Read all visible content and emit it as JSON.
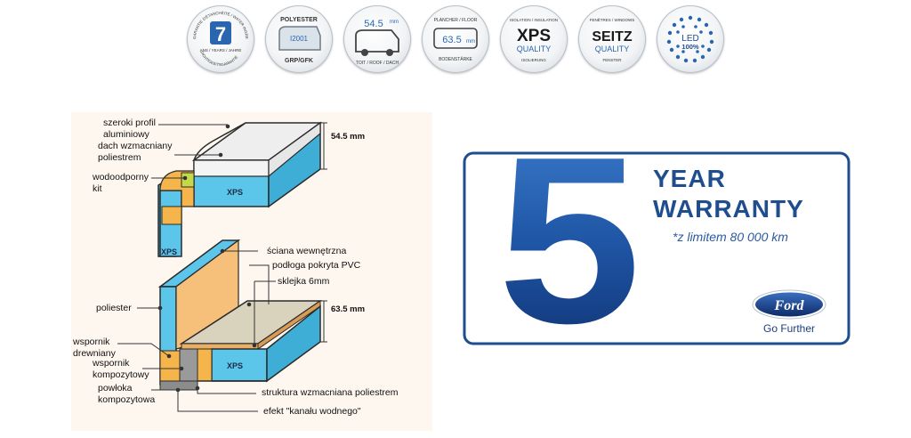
{
  "badges": [
    {
      "name": "warranty-7-years-badge",
      "big": "7",
      "ring_text": "GARANTIE D'ÉTANCHÉITÉ / WATER INGRESS WARRANTY",
      "mid_text": "ANS / YEARS / JAHRE",
      "bottom_text": "DICHTIGKEITSGARANTIE"
    },
    {
      "name": "polyester-roof-badge",
      "top_text": "POLYESTER",
      "mid_text": "I2001",
      "bottom_text": "GRP/GFK"
    },
    {
      "name": "roof-thickness-badge",
      "value": "54.5",
      "unit": "mm",
      "bottom_text": "TOIT / ROOF / DACH"
    },
    {
      "name": "floor-thickness-badge",
      "top_text": "PLANCHER / FLOOR",
      "value": "63.5",
      "unit": "mm",
      "bottom_text": "BODENSTÄRKE"
    },
    {
      "name": "xps-insulation-badge",
      "top_text": "ISOLATION / INSULATION",
      "big": "XPS",
      "sub": "QUALITY",
      "bottom_text": "ISOLIERUNG"
    },
    {
      "name": "seitz-windows-badge",
      "top_text": "FENÊTRES / WINDOWS",
      "big": "SEITZ",
      "sub": "QUALITY",
      "bottom_text": "FENSTER"
    },
    {
      "name": "led-badge",
      "big": "LED",
      "sub": "100%"
    }
  ],
  "diagram": {
    "labels": {
      "aluminium": "szeroki profil\naluminiowy",
      "roof": "dach wzmacniany\npoliestrem",
      "sealant": "wodoodporny\nkit",
      "inner_wall": "ściana wewnętrzna",
      "pvc_floor": "podłoga pokryta PVC",
      "plywood": "sklejka 6mm",
      "polyester": "poliester",
      "wood_bracket": "wspornik\ndrewniany",
      "composite_bracket": "wspornik\nkompozytowy",
      "composite_coating": "powłoka\nkompozytowa",
      "reinforced_structure": "struktura wzmacniana poliestrem",
      "water_channel": "efekt \"kanału wodnego\""
    },
    "dims": {
      "roof": "54.5 mm",
      "floor": "63.5 mm"
    },
    "xps_labels": {
      "roof": "XPS",
      "wall": "XPS",
      "floor": "XPS"
    }
  },
  "warranty": {
    "number": "5",
    "year": "YEAR",
    "warranty": "WARRANTY",
    "limit": "*z limitem 80 000 km",
    "brand": "Ford",
    "tagline": "Go Further"
  },
  "colors": {
    "xps": "#5bc6ea",
    "brand_blue": "#1f4e8f",
    "wood": "#f6b54b",
    "plywood": "#d9d2bd"
  }
}
